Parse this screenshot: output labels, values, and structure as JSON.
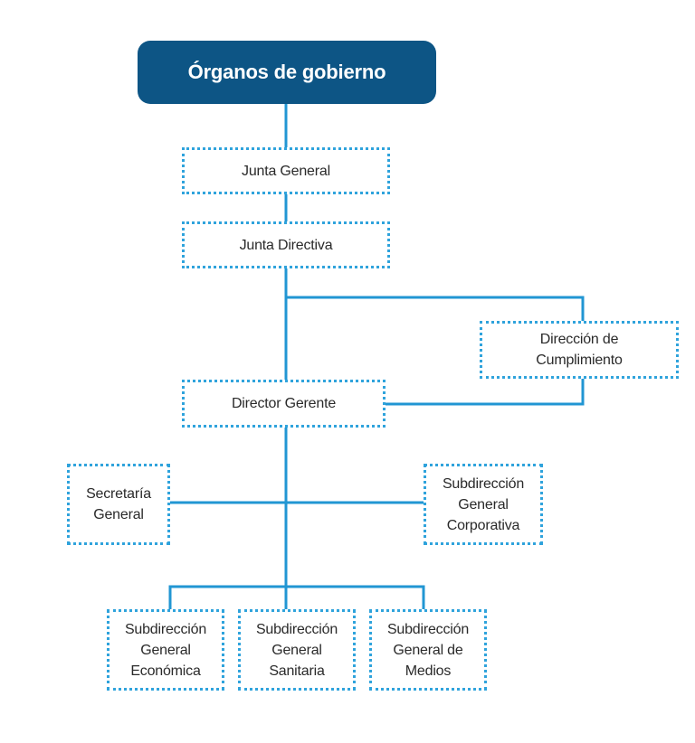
{
  "colors": {
    "root_fill": "#0d5585",
    "connector": "#2196d3",
    "box_border": "#2fa3dc",
    "text": "#2a2a2a"
  },
  "root": {
    "label": "Órganos de gobierno"
  },
  "nodes": {
    "junta_general": {
      "lines": [
        "Junta General"
      ]
    },
    "junta_directiva": {
      "lines": [
        "Junta Directiva"
      ]
    },
    "direccion_cumplimiento": {
      "lines": [
        "Dirección de",
        "Cumplimiento"
      ]
    },
    "director_gerente": {
      "lines": [
        "Director Gerente"
      ]
    },
    "secretaria_general": {
      "lines": [
        "Secretaría",
        "General"
      ]
    },
    "subdir_corporativa": {
      "lines": [
        "Subdirección",
        "General",
        "Corporativa"
      ]
    },
    "subdir_economica": {
      "lines": [
        "Subdirección",
        "General",
        "Económica"
      ]
    },
    "subdir_sanitaria": {
      "lines": [
        "Subdirección",
        "General",
        "Sanitaria"
      ]
    },
    "subdir_medios": {
      "lines": [
        "Subdirección",
        "General de",
        "Medios"
      ]
    }
  }
}
